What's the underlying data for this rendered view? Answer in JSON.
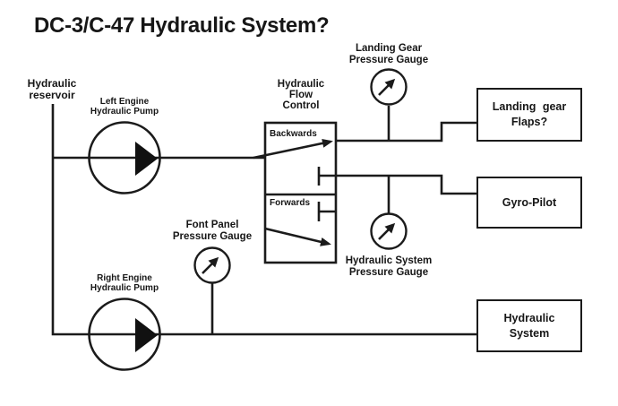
{
  "title": "DC-3/C-47 Hydraulic System?",
  "labels": {
    "reservoir": "Hydraulic\nreservoir",
    "left_pump": "Left Engine\nHydraulic Pump",
    "right_pump": "Right Engine\nHydraulic Pump",
    "flow_control": "Hydraulic\nFlow\nControl",
    "landing_gauge": "Landing Gear\nPressure Gauge",
    "front_gauge": "Font Panel\nPressure Gauge",
    "system_gauge": "Hydraulic System\nPressure Gauge",
    "backwards": "Backwards",
    "forwards": "Forwards"
  },
  "boxes": {
    "landing_flaps": {
      "label": "Landing  gear\nFlaps?"
    },
    "gyro": {
      "label": "Gyro-Pilot"
    },
    "hydraulic_system": {
      "label": "Hydraulic\nSystem"
    }
  },
  "colors": {
    "line": "#1b1b1b",
    "text": "#161616",
    "background": "#ffffff"
  }
}
